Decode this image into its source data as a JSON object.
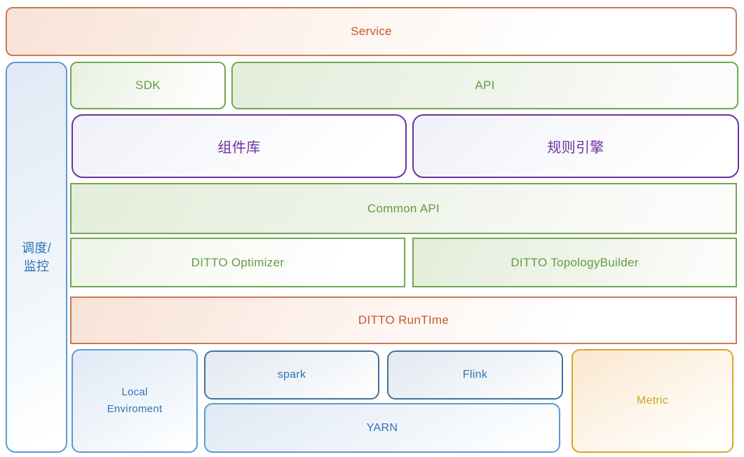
{
  "diagram": {
    "layers": {
      "service": "Service",
      "scheduler_monitor": {
        "line1": "调度/",
        "line2": "监控"
      },
      "sdk": "SDK",
      "api": "API",
      "component_library": "组件库",
      "rule_engine": "规则引擎",
      "common_api": "Common API",
      "ditto_optimizer": "DITTO Optimizer",
      "ditto_topology_builder": "DITTO TopologyBuilder",
      "ditto_runtime": "DITTO RunTIme",
      "local_enviroment": "Local Enviroment",
      "spark": "spark",
      "flink": "Flink",
      "yarn": "YARN",
      "metric": "Metric"
    },
    "colors": {
      "orange_border": "#CB7B52",
      "orange_text": "#C2582A",
      "green_border": "#74A750",
      "green_text": "#669B40",
      "purple": "#7030A0",
      "blue_border": "#5B9BD5",
      "blue_dark_border": "#41719C",
      "blue_text": "#2E74B5",
      "gold_border": "#DCA425",
      "gold_text": "#C9A227"
    }
  }
}
